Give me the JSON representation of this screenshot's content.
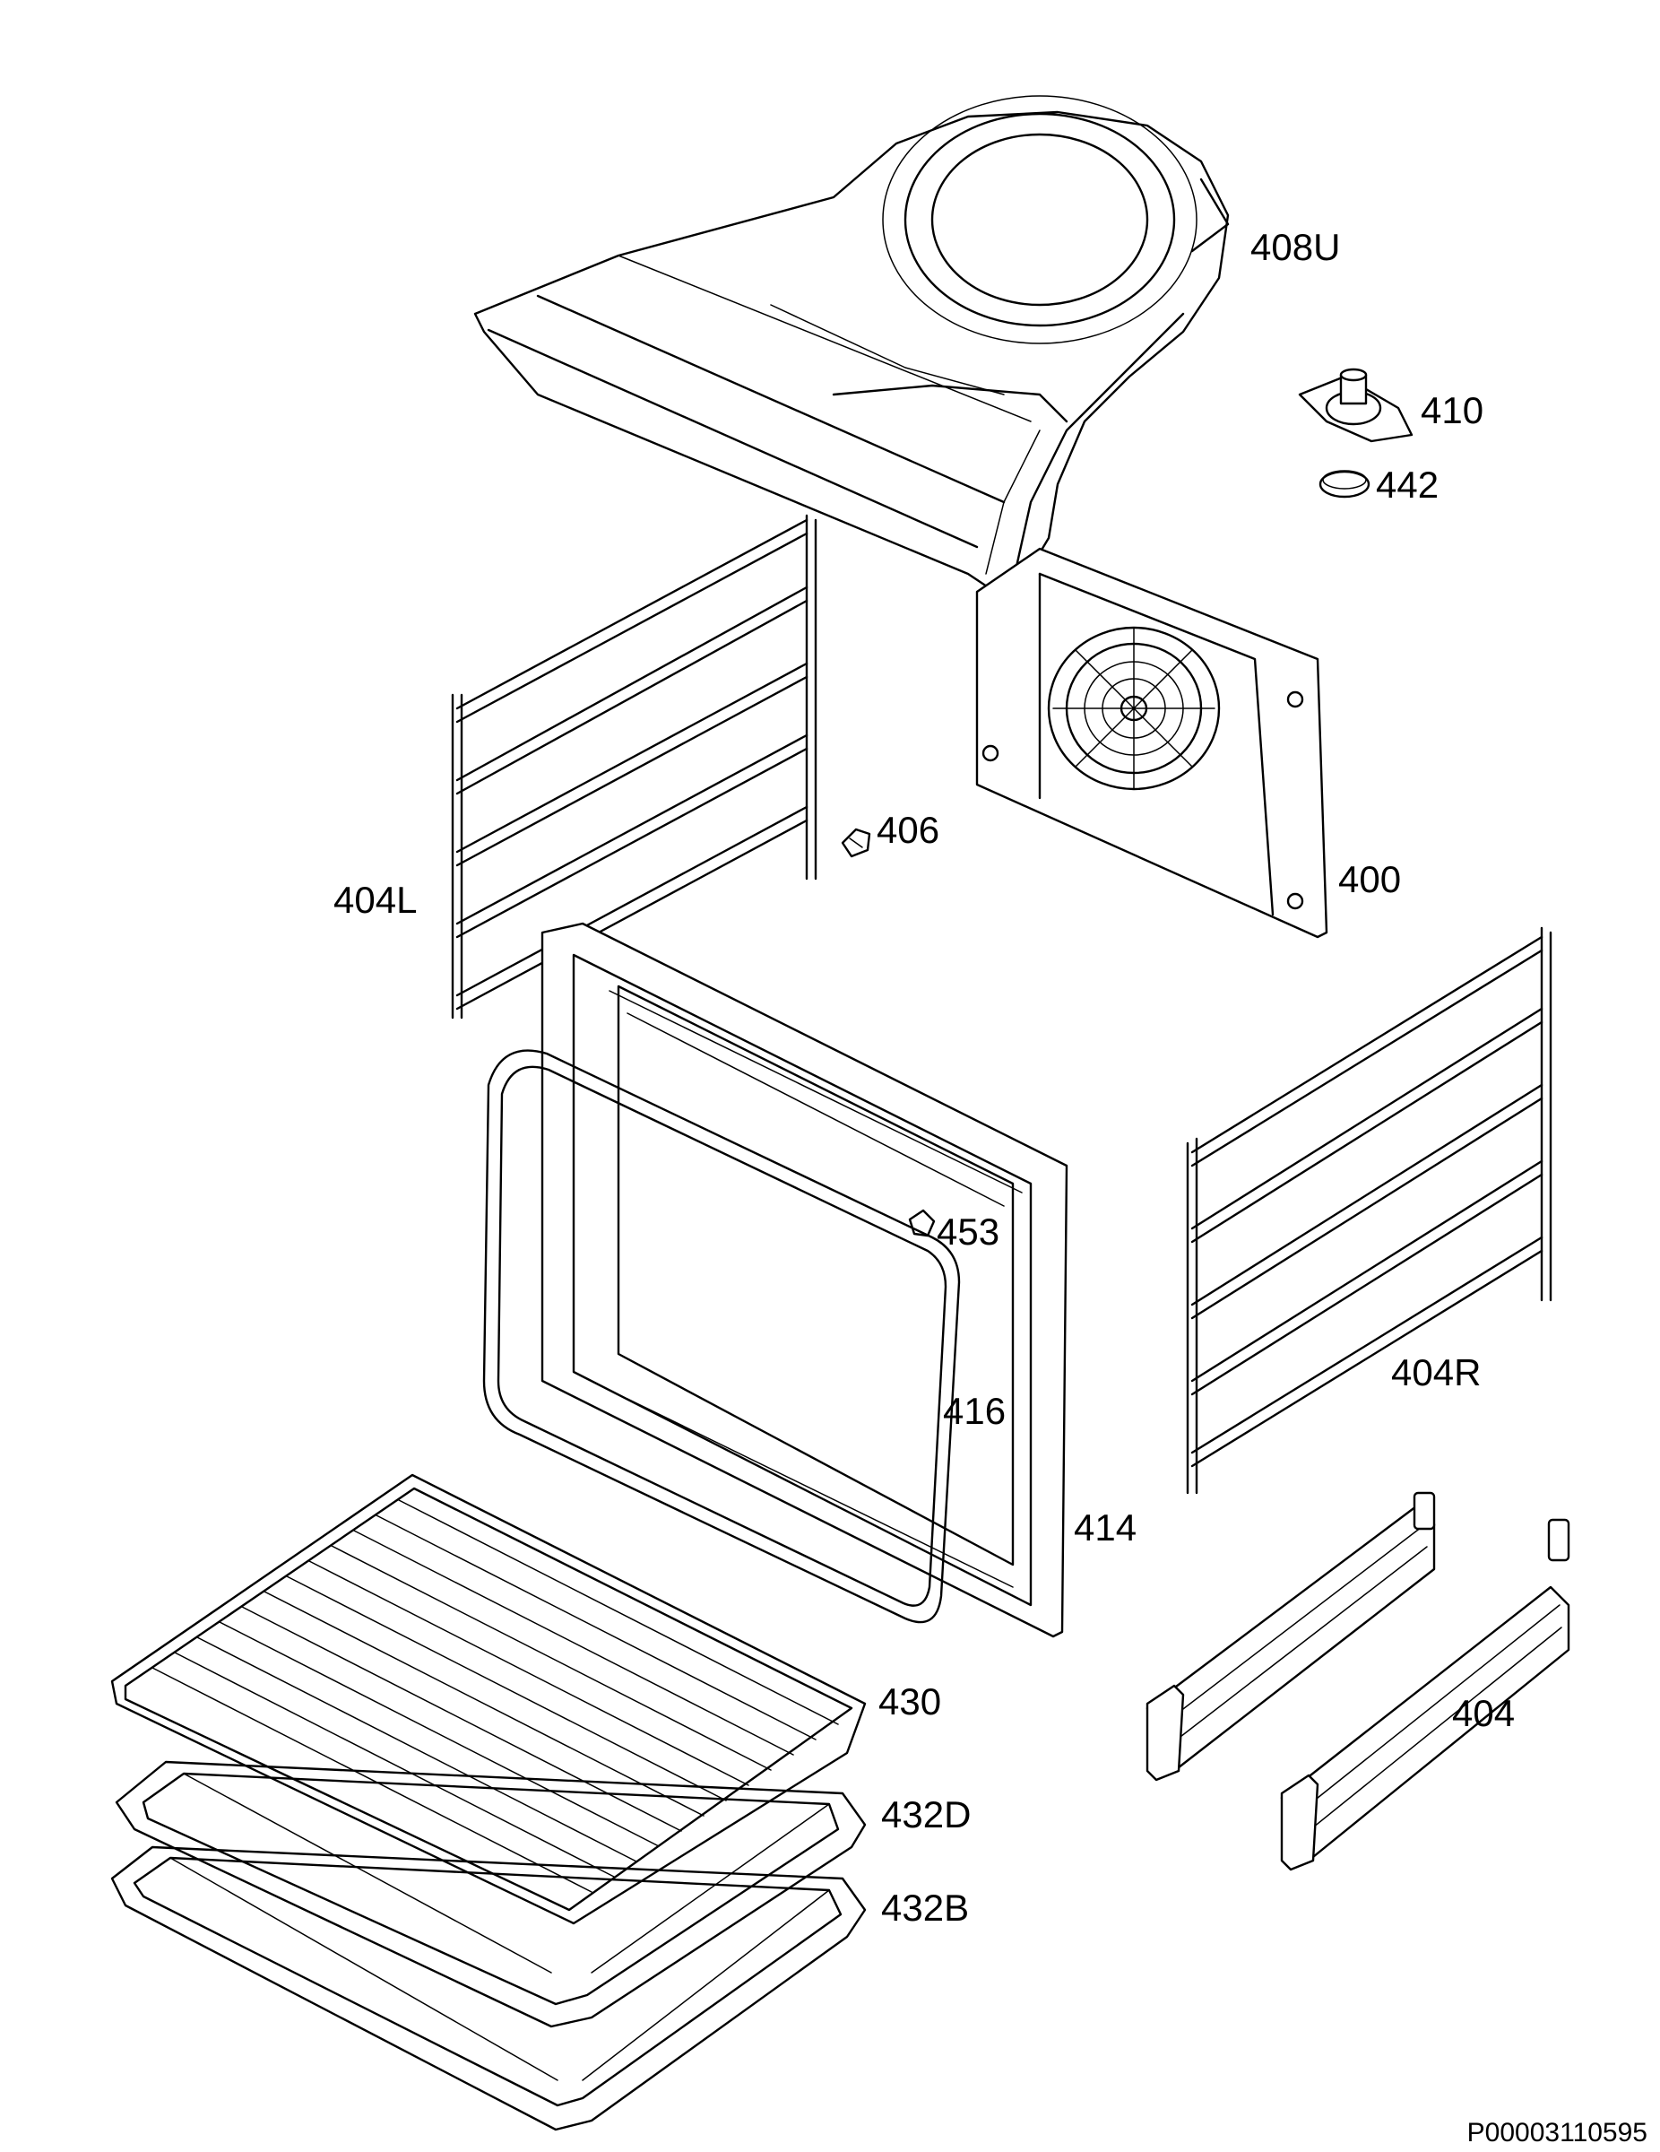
{
  "labels": {
    "p408U": "408U",
    "p410": "410",
    "p442": "442",
    "p406": "406",
    "p404L": "404L",
    "p400": "400",
    "p453": "453",
    "p404R": "404R",
    "p416": "416",
    "p414": "414",
    "p430": "430",
    "p404": "404",
    "p432D": "432D",
    "p432B": "432B"
  },
  "document_id": "P00003110595"
}
